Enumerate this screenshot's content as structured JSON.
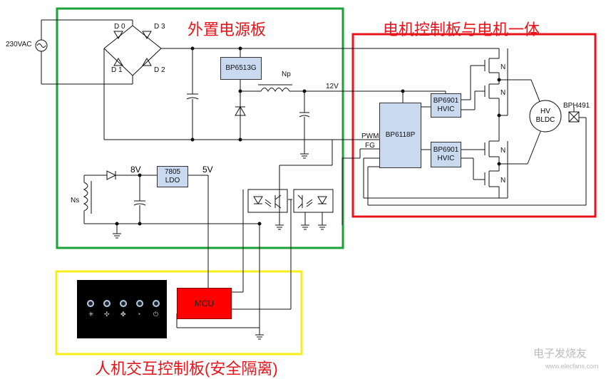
{
  "titles": {
    "power_board": "外置电源板",
    "motor_board": "电机控制板与电机一体",
    "hmi_board": "人机交互控制板(安全隔离)"
  },
  "labels": {
    "ac_in": "230VAC",
    "d0": "D 0",
    "d1": "D 1",
    "d2": "D 2",
    "d3": "D 3",
    "np": "Np",
    "ns": "Ns",
    "v12": "12V",
    "v8": "8V",
    "v5": "5V",
    "pwm": "PWM",
    "fg": "FG",
    "n1": "N",
    "n2": "N",
    "n3": "N",
    "n4": "N",
    "hall": "BPH491"
  },
  "chips": {
    "bp6513g": "BP6513G",
    "ldo_l1": "7805",
    "ldo_l2": "LDO",
    "bp6118p": "BP6118P",
    "hvic1_l1": "BP6901",
    "hvic1_l2": "HVIC",
    "hvic2_l1": "BP6901",
    "hvic2_l2": "HVIC",
    "motor_l1": "HV",
    "motor_l2": "BLDC",
    "mcu": "MCU"
  },
  "watermark": {
    "line1": "电子发烧友",
    "line2": "www.elecfans.com"
  },
  "colors": {
    "power_box": "#1aa13a",
    "motor_box": "#e8141b",
    "hmi_box": "#f5ee1a",
    "chip_fill": "#c9daf0",
    "mcu_fill": "#ff0000"
  }
}
